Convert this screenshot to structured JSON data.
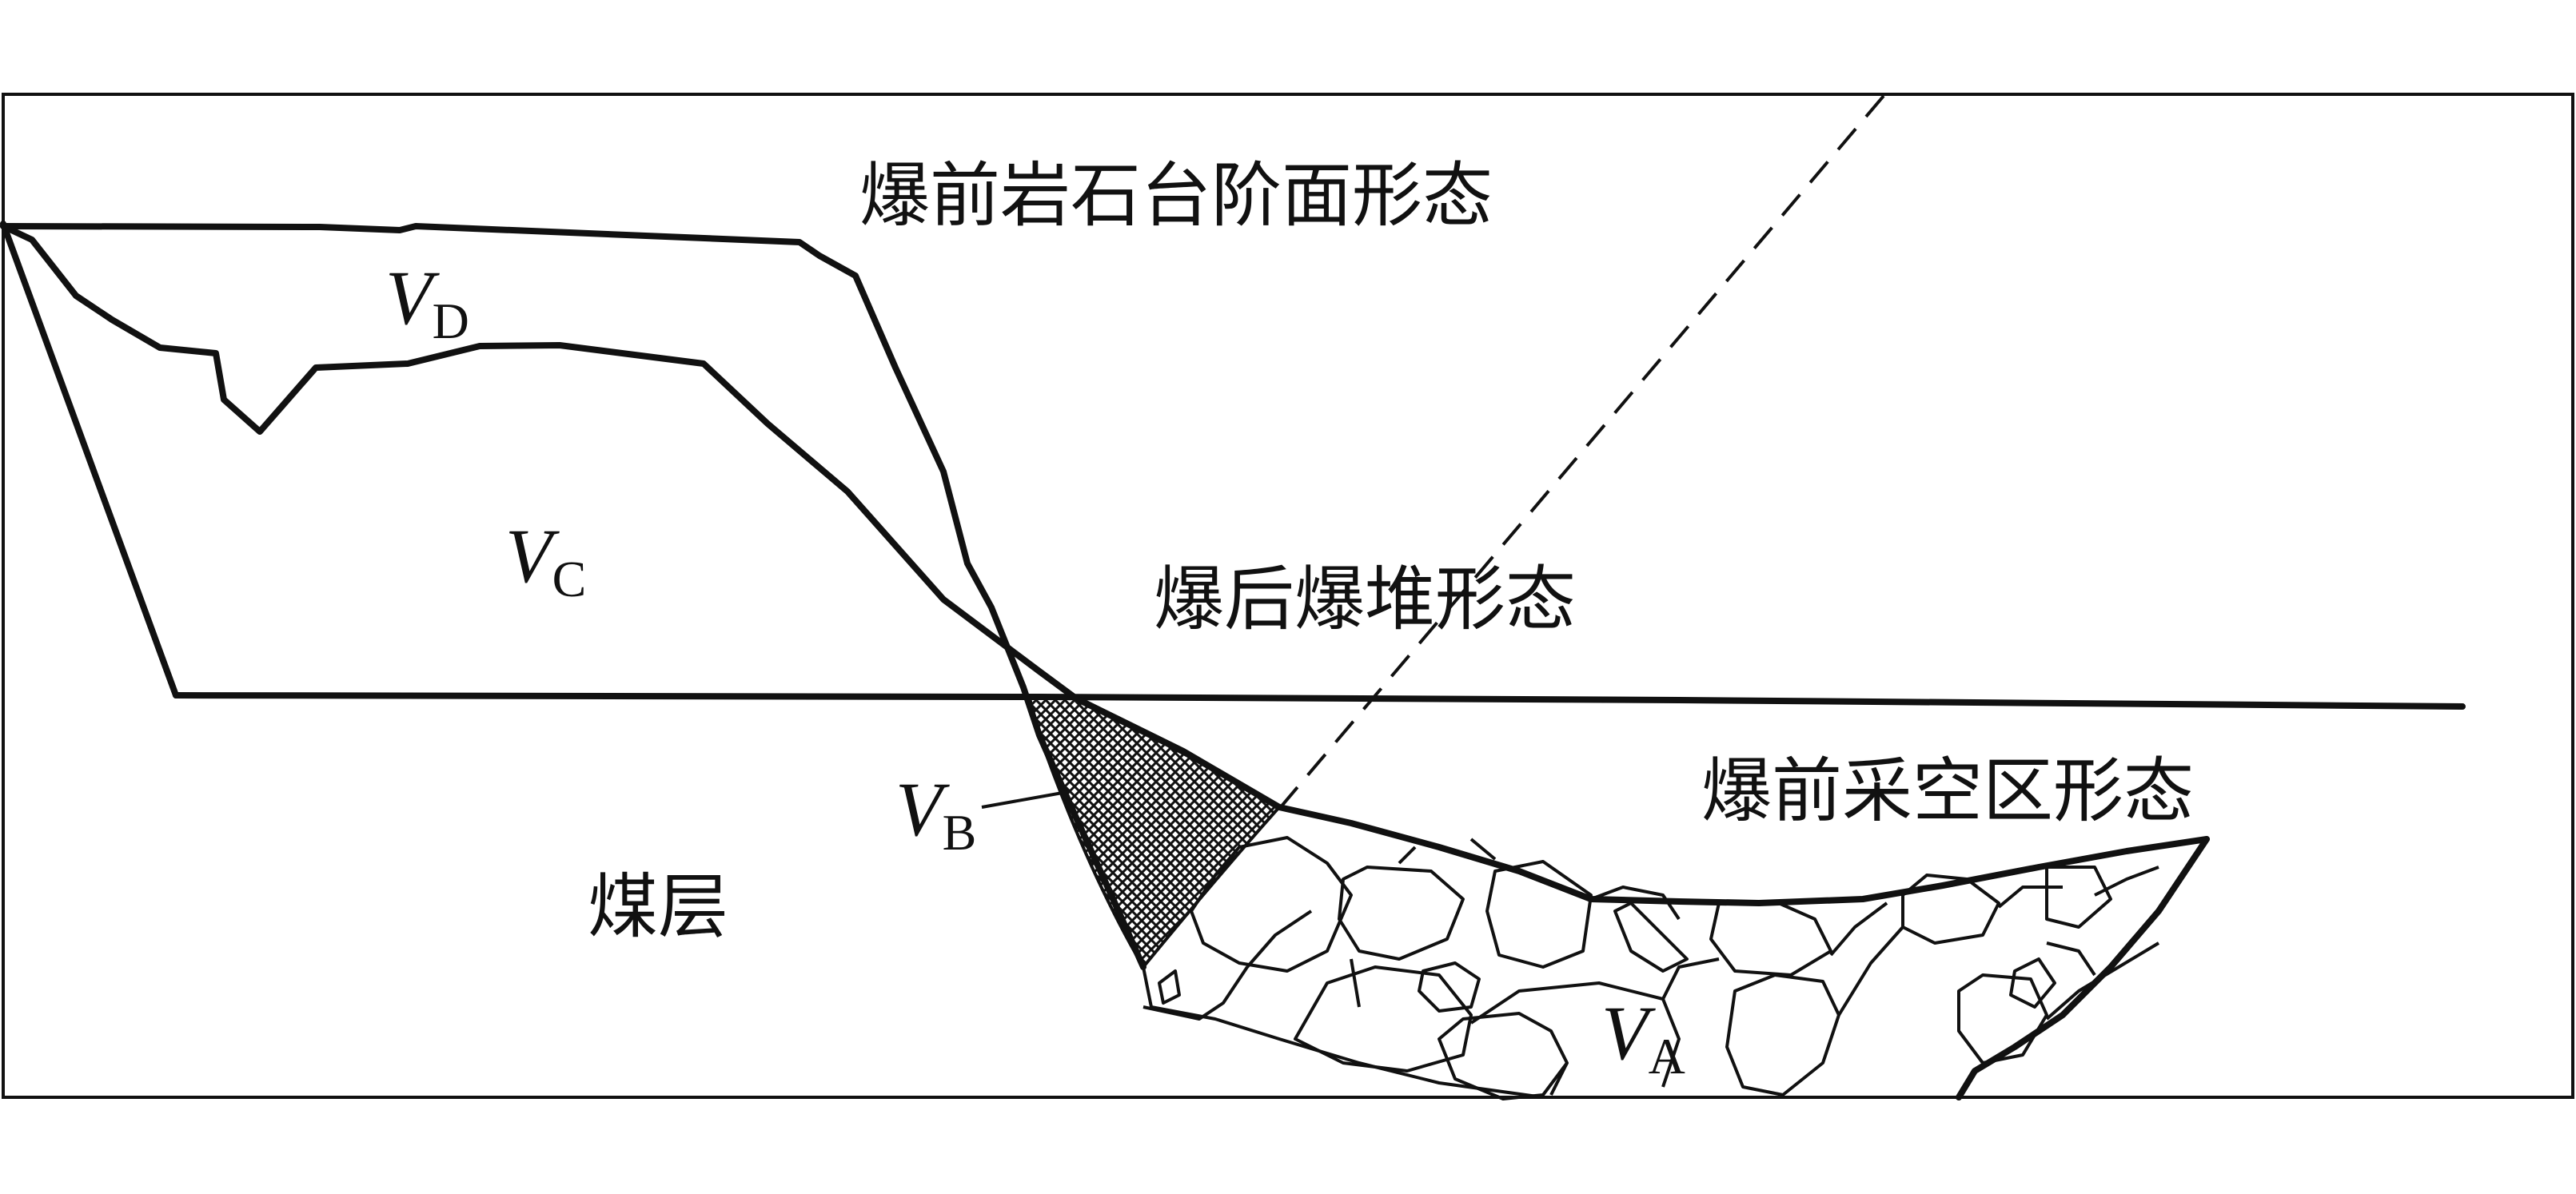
{
  "labels": {
    "pre_blast_bench": "爆前岩石台阶面形态",
    "post_blast_pile": "爆后爆堆形态",
    "pre_blast_goaf": "爆前采空区形态",
    "coal_seam": "煤层"
  },
  "volumes": {
    "vd": {
      "main": "V",
      "sub": "D"
    },
    "vc": {
      "main": "V",
      "sub": "C"
    },
    "vb": {
      "main": "V",
      "sub": "B"
    },
    "va": {
      "main": "V",
      "sub": "A"
    }
  },
  "colors": {
    "line": "#111111",
    "background": "#ffffff"
  }
}
